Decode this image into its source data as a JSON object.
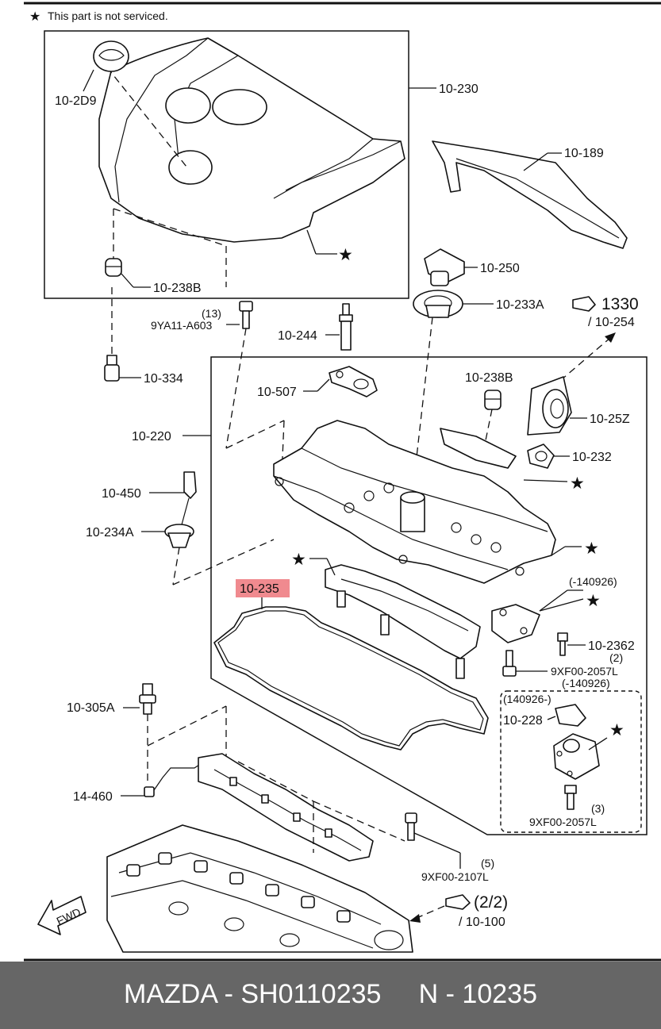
{
  "note": "This part is not serviced.",
  "colors": {
    "highlight": "#f08a8f",
    "footer_bg": "#666666",
    "footer_text": "#ffffff"
  },
  "labels": {
    "p10_2D9": "10-2D9",
    "p10_230": "10-230",
    "p10_189": "10-189",
    "p10_250": "10-250",
    "p10_233A": "10-233A",
    "p1330": "1330",
    "p10_254": "/ 10-254",
    "p10_238B_a": "10-238B",
    "p13": "(13)",
    "p9YA11": "9YA11-A603",
    "p10_244": "10-244",
    "p10_334": "10-334",
    "p10_507": "10-507",
    "p10_238B_b": "10-238B",
    "p10_25Z": "10-25Z",
    "p10_220": "10-220",
    "p10_232": "10-232",
    "p10_450": "10-450",
    "p10_234A": "10-234A",
    "p140926a": "(-140926)",
    "p10_235": "10-235",
    "p10_2362": "10-2362",
    "p2": "(2)",
    "p9XF00_2057L_a": "9XF00-2057L",
    "p140926b": "(-140926)",
    "p140926c": "(140926-)",
    "p10_228": "10-228",
    "p10_305A": "10-305A",
    "p3": "(3)",
    "p9XF00_2057L_b": "9XF00-2057L",
    "p14_460": "14-460",
    "p5": "(5)",
    "p9XF00_2107L": "9XF00-2107L",
    "p22": "(2/2)",
    "p10_100": "/ 10-100",
    "fwd": "FWD"
  },
  "footer": "MAZDA - SH0110235     N - 10235"
}
